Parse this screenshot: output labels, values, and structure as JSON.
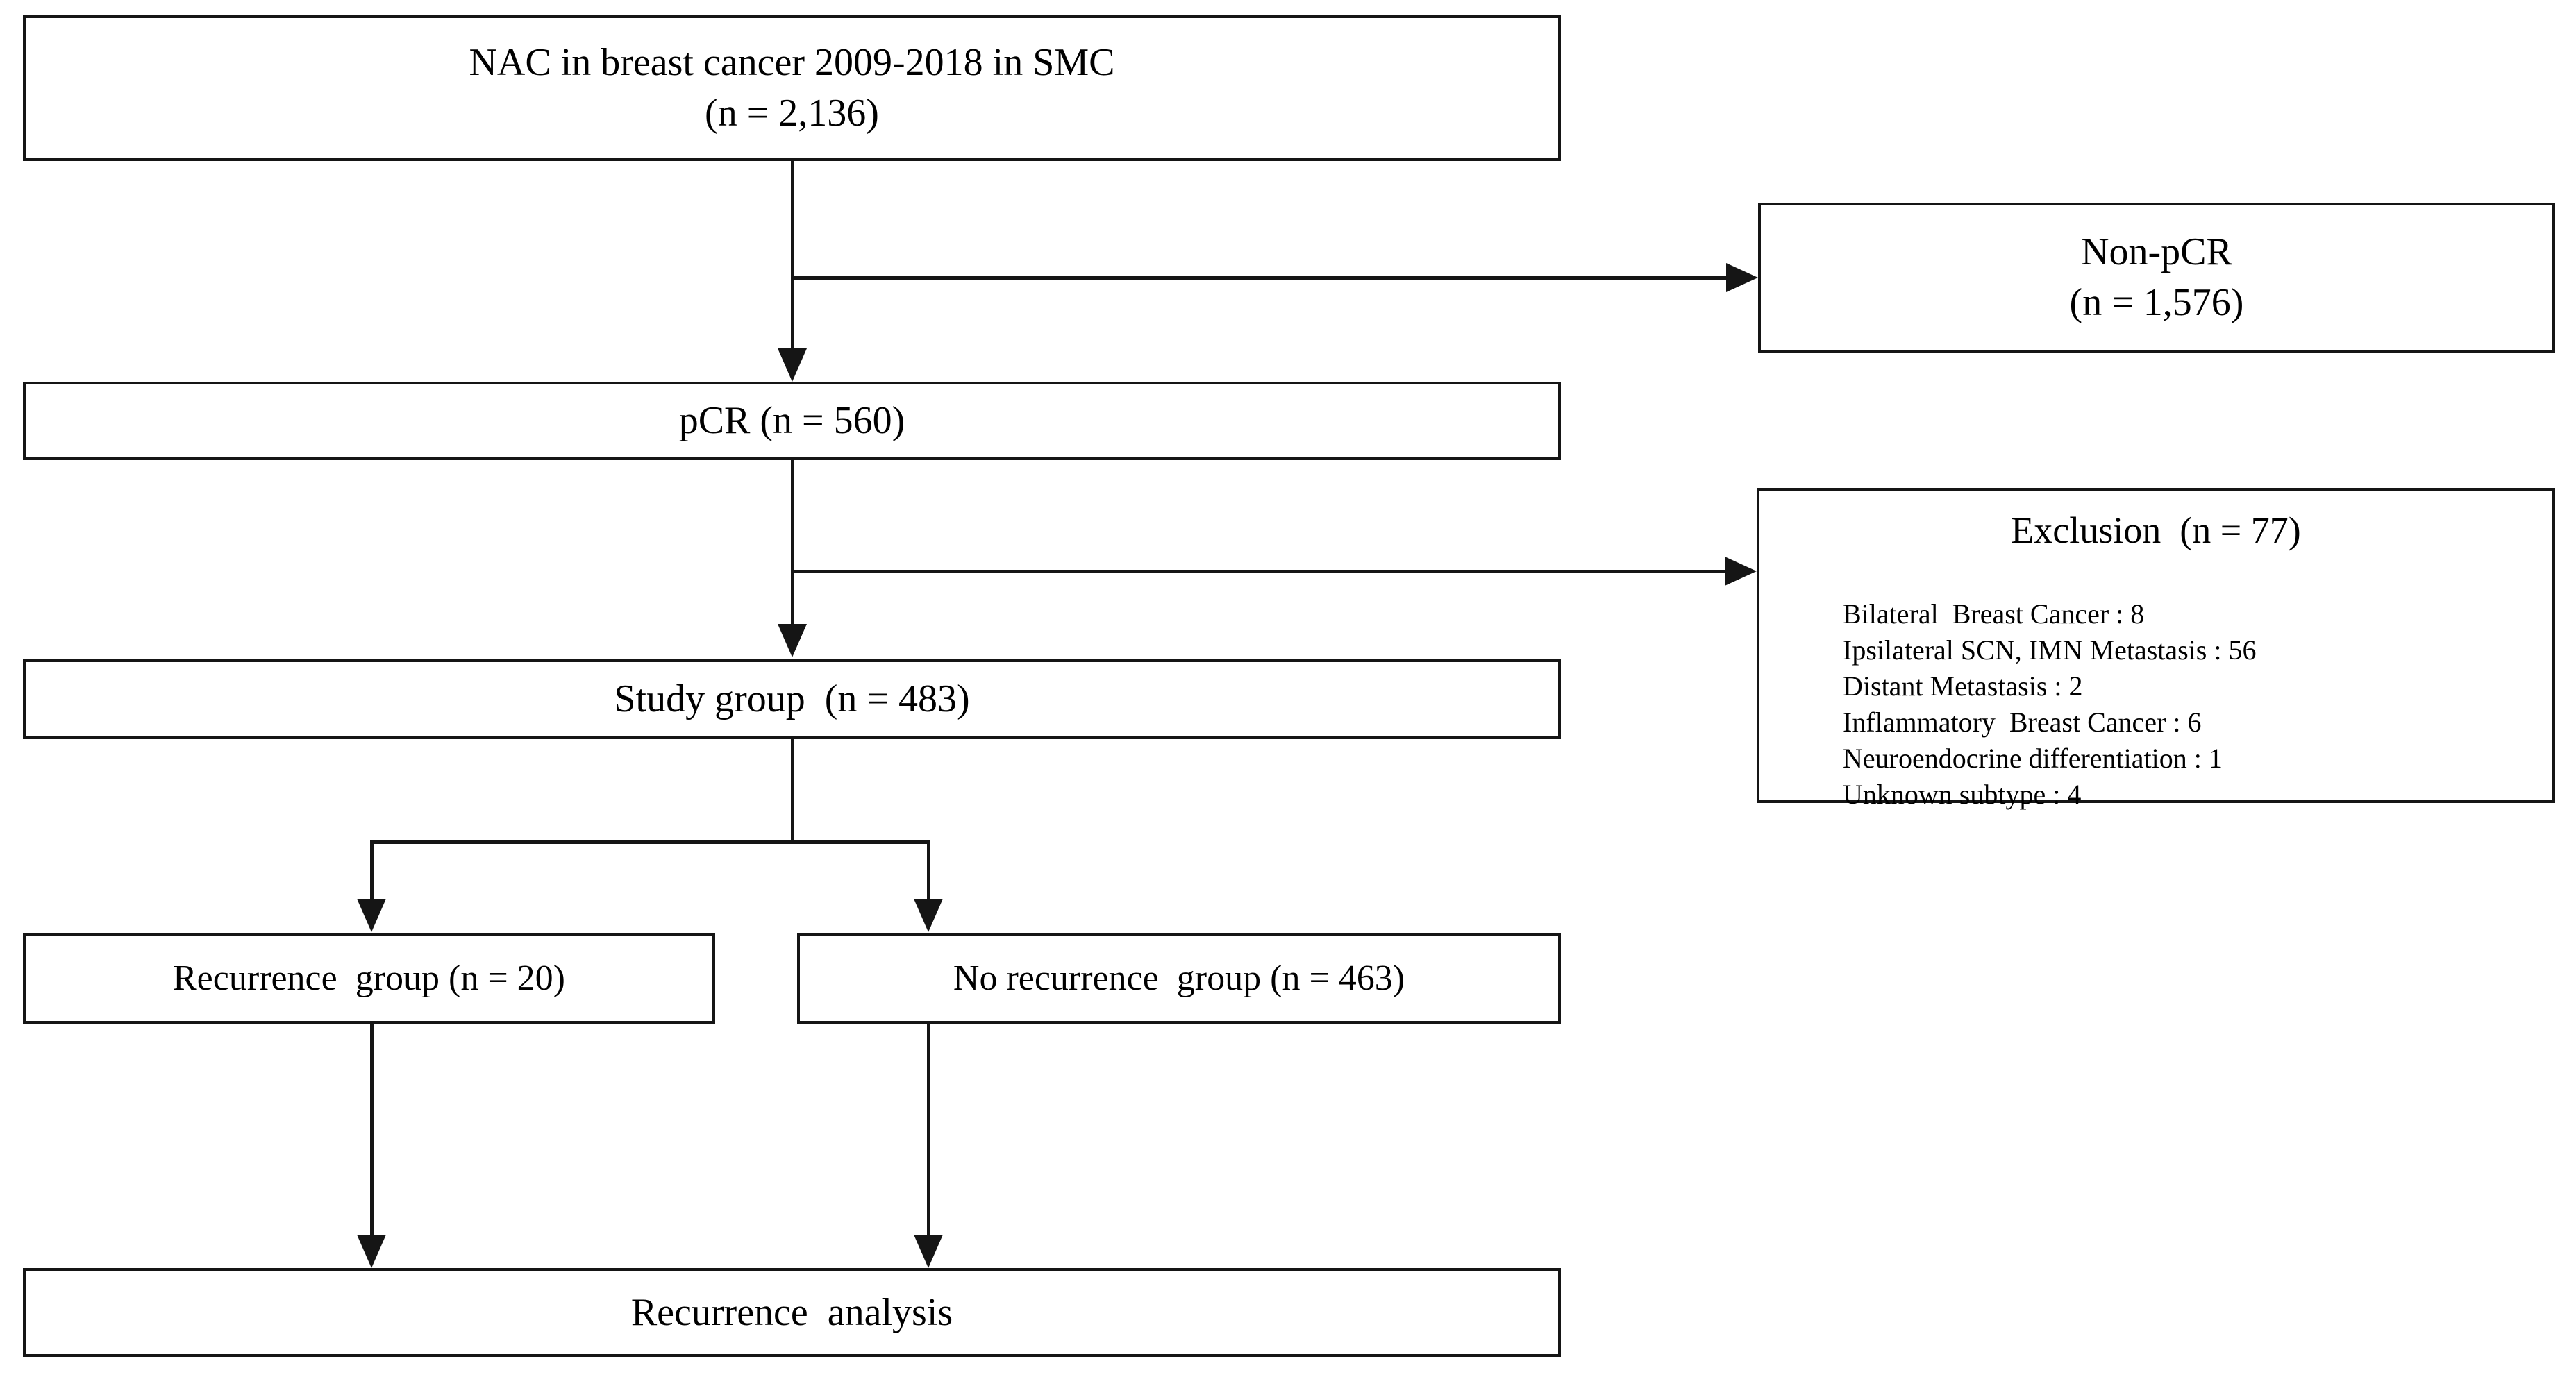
{
  "diagram": {
    "type": "flowchart",
    "title": "Patient selection flow diagram",
    "nodes": {
      "source": {
        "line1": "NAC in breast cancer 2009-2018 in SMC",
        "line2": "(n = 2,136)"
      },
      "non_pcr": {
        "line1": "Non-pCR",
        "line2": "(n = 1,576)"
      },
      "pcr": {
        "line1": "pCR (n = 560)"
      },
      "exclusion": {
        "title": "Exclusion  (n = 77)",
        "items": [
          "Bilateral  Breast Cancer : 8",
          "Ipsilateral SCN, IMN Metastasis : 56",
          "Distant Metastasis : 2",
          "Inflammatory  Breast Cancer : 6",
          "Neuroendocrine differentiation : 1",
          "Unknown subtype : 4"
        ]
      },
      "study_group": {
        "line1": "Study group  (n = 483)"
      },
      "recurrence_group": {
        "line1": "Recurrence  group (n = 20)"
      },
      "no_recurrence_group": {
        "line1": "No recurrence  group (n = 463)"
      },
      "recurrence_analysis": {
        "line1": "Recurrence  analysis"
      }
    },
    "counts": {
      "total_nac": 2136,
      "non_pcr": 1576,
      "pcr": 560,
      "excluded": 77,
      "study_group": 483,
      "recurrence": 20,
      "no_recurrence": 463
    },
    "exclusion_counts": {
      "bilateral_breast_cancer": 8,
      "ipsilateral_scn_imn_metastasis": 56,
      "distant_metastasis": 2,
      "inflammatory_breast_cancer": 6,
      "neuroendocrine_differentiation": 1,
      "unknown_subtype": 4
    },
    "colors": {
      "stroke": "#151515",
      "background": "#ffffff",
      "text": "#000000"
    }
  }
}
